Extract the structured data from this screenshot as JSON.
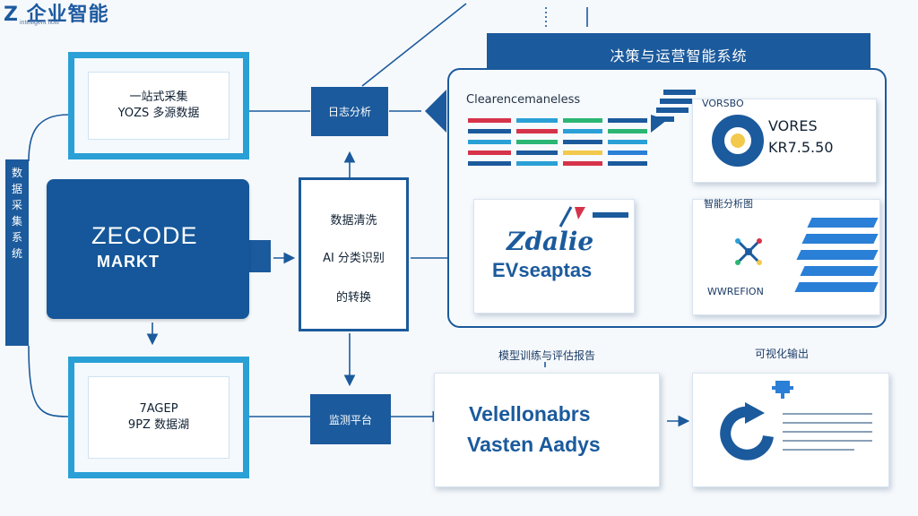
{
  "header": {
    "logo_text": "Z 企业智能",
    "logo_subtext": "intelligent flow",
    "banner_title": "决策与运营智能系统"
  },
  "left_column": {
    "vertical_tab": [
      "数",
      "据",
      "采",
      "集",
      "系",
      "统"
    ],
    "top_box": {
      "line1": "一站式采集",
      "line2": "YOZS 多源数据"
    },
    "main_box": {
      "line1": "ZECODE",
      "line2": "MARKT"
    },
    "bottom_box": {
      "line1": "7AGEP",
      "line2": "9PZ 数据湖"
    }
  },
  "center_column": {
    "top_label": "日志分析",
    "mid_box": {
      "line1": "数据清洗",
      "line2": "AI 分类识别",
      "line3": "的转换"
    },
    "bottom_label": "监测平台"
  },
  "panel": {
    "table_card": {
      "title": "Clearencemaneless"
    },
    "donut_card": {
      "title": "VORSBO",
      "line1": "VORES",
      "line2": "KR7.5.50"
    },
    "logo_card": {
      "line1": "Zdalie",
      "line2": "EVseaptas"
    },
    "bars_card": {
      "title": "智能分析图",
      "caption": "WWREFION"
    }
  },
  "bottom_row": {
    "caption_left": "模型训练与评估报告",
    "analysis_card": {
      "line1": "Velellonabrs",
      "line2": "Vasten Aadys"
    },
    "caption_right": "可视化输出",
    "report_card": {}
  },
  "colors": {
    "navy": "#1b5a9c",
    "cyan": "#2aa0d6",
    "accent_blue": "#2a7fd6",
    "yellow": "#f2c94c",
    "red": "#d6334a",
    "green": "#2bb673"
  }
}
